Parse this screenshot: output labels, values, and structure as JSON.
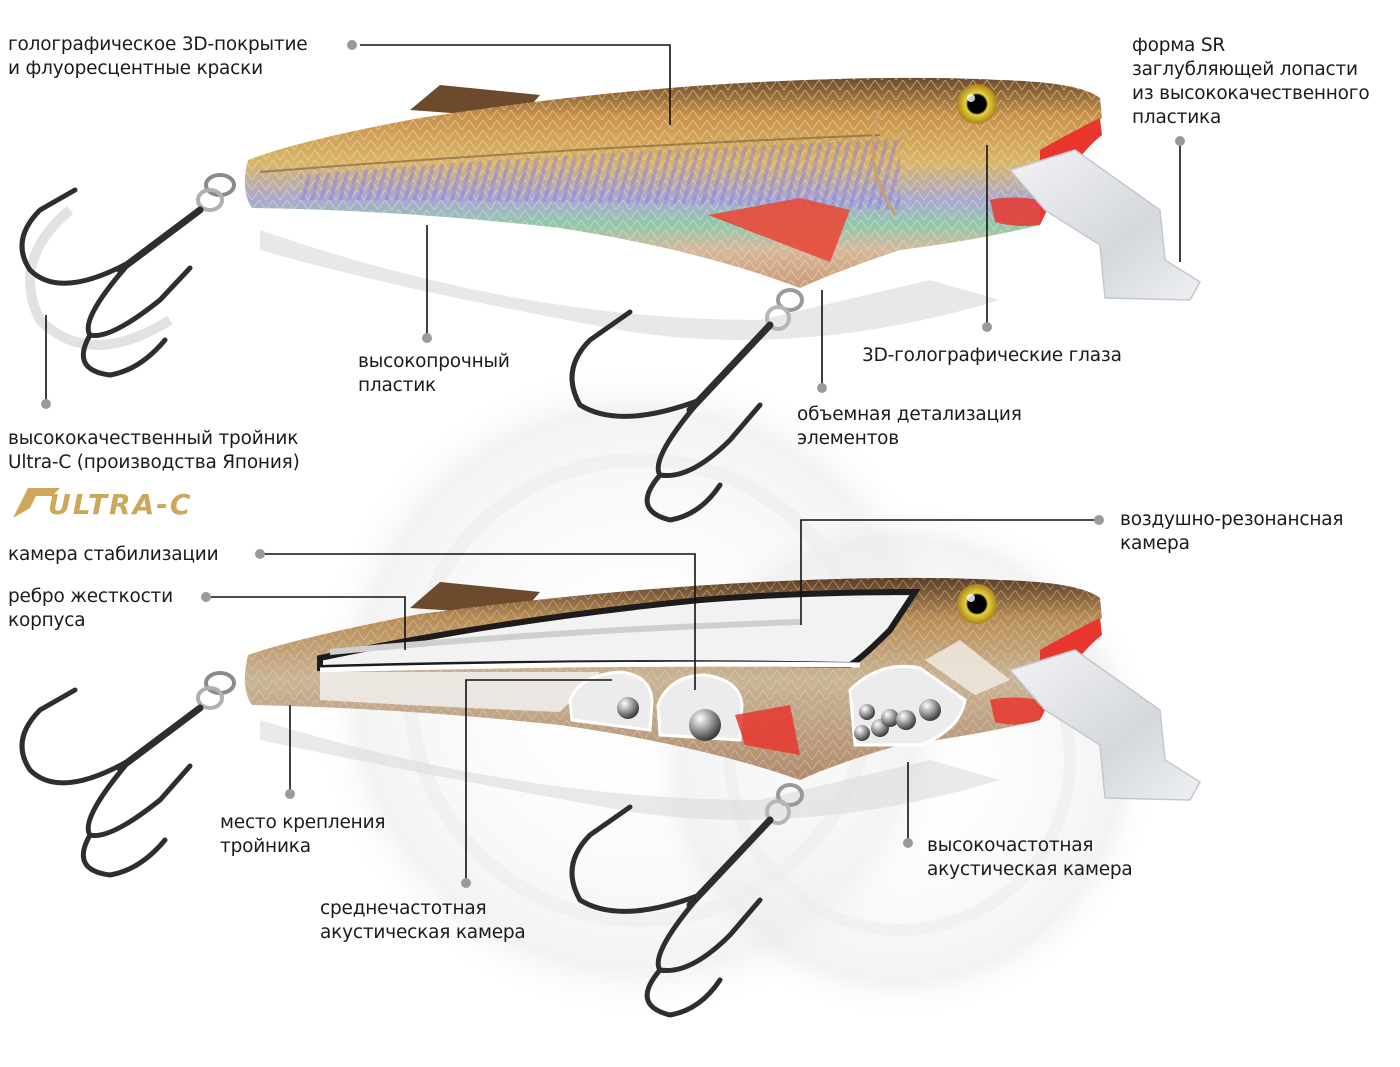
{
  "title": "Wobbler lure feature diagram",
  "colors": {
    "body_gold": "#b8875a",
    "body_dark": "#5a4030",
    "accent_red": "#e8362e",
    "hook_metal": "#3a3a3a",
    "lip_clear": "#d9dde2",
    "leader_line": "#111111",
    "leader_dot": "#9a9a9a",
    "logo_gold": "#cda85a"
  },
  "top_lure": {
    "callouts": [
      {
        "id": "holo-coating",
        "lines": [
          "голографическое 3D-покрытие",
          "и флуоресцентные краски"
        ]
      },
      {
        "id": "dive-lip",
        "lines": [
          "форма SR",
          "заглубляющей лопасти",
          "из высококачественного",
          "пластика"
        ]
      },
      {
        "id": "strong-plastic",
        "lines": [
          "высокопрочный",
          "пластик"
        ]
      },
      {
        "id": "holo-eyes",
        "lines": [
          "3D-голографические глаза"
        ]
      },
      {
        "id": "detail-3d",
        "lines": [
          "объемная детализация",
          "элементов"
        ]
      },
      {
        "id": "treble-hook",
        "lines": [
          "высококачественный тройник",
          "Ultra-C (производства Япония)"
        ]
      }
    ]
  },
  "logo": {
    "text": "ULTRA-C",
    "icon": "ultra-c-logo-icon"
  },
  "bottom_lure": {
    "callouts": [
      {
        "id": "stabilization-chamber",
        "lines": [
          "камера стабилизации"
        ]
      },
      {
        "id": "stiffening-rib",
        "lines": [
          "ребро жесткости",
          "корпуса"
        ]
      },
      {
        "id": "air-resonance",
        "lines": [
          "воздушно-резонансная",
          "камера"
        ]
      },
      {
        "id": "hook-mount",
        "lines": [
          "место крепления",
          "тройника"
        ]
      },
      {
        "id": "mid-freq-chamber",
        "lines": [
          "среднечастотная",
          "акустическая камера"
        ]
      },
      {
        "id": "high-freq-chamber",
        "lines": [
          "высокочастотная",
          "акустическая камера"
        ]
      }
    ]
  }
}
